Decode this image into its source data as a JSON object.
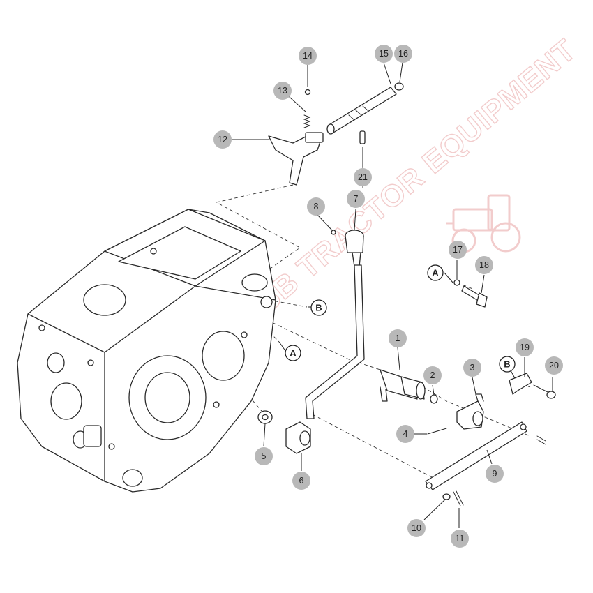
{
  "colors": {
    "line": "#2a2a2a",
    "callout_fill": "#b8b8b8",
    "watermark": "#e8a3a3",
    "background": "#ffffff"
  },
  "watermark": {
    "text": "SSB TRACTOR EQUIPMENT",
    "icon": "tractor-icon"
  },
  "callouts": [
    {
      "id": "c1",
      "label": "1"
    },
    {
      "id": "c2",
      "label": "2"
    },
    {
      "id": "c3",
      "label": "3"
    },
    {
      "id": "c4",
      "label": "4"
    },
    {
      "id": "c5",
      "label": "5"
    },
    {
      "id": "c6",
      "label": "6"
    },
    {
      "id": "c7",
      "label": "7"
    },
    {
      "id": "c8",
      "label": "8"
    },
    {
      "id": "c9",
      "label": "9"
    },
    {
      "id": "c10",
      "label": "10"
    },
    {
      "id": "c11",
      "label": "11"
    },
    {
      "id": "c12",
      "label": "12"
    },
    {
      "id": "c13",
      "label": "13"
    },
    {
      "id": "c14",
      "label": "14"
    },
    {
      "id": "c15",
      "label": "15"
    },
    {
      "id": "c16",
      "label": "16"
    },
    {
      "id": "c17",
      "label": "17"
    },
    {
      "id": "c18",
      "label": "18"
    },
    {
      "id": "c19",
      "label": "19"
    },
    {
      "id": "c20",
      "label": "20"
    },
    {
      "id": "c21",
      "label": "21"
    }
  ],
  "references": {
    "a_upper": "A",
    "a_lower": "A",
    "b_upper": "B",
    "b_lower": "B"
  }
}
